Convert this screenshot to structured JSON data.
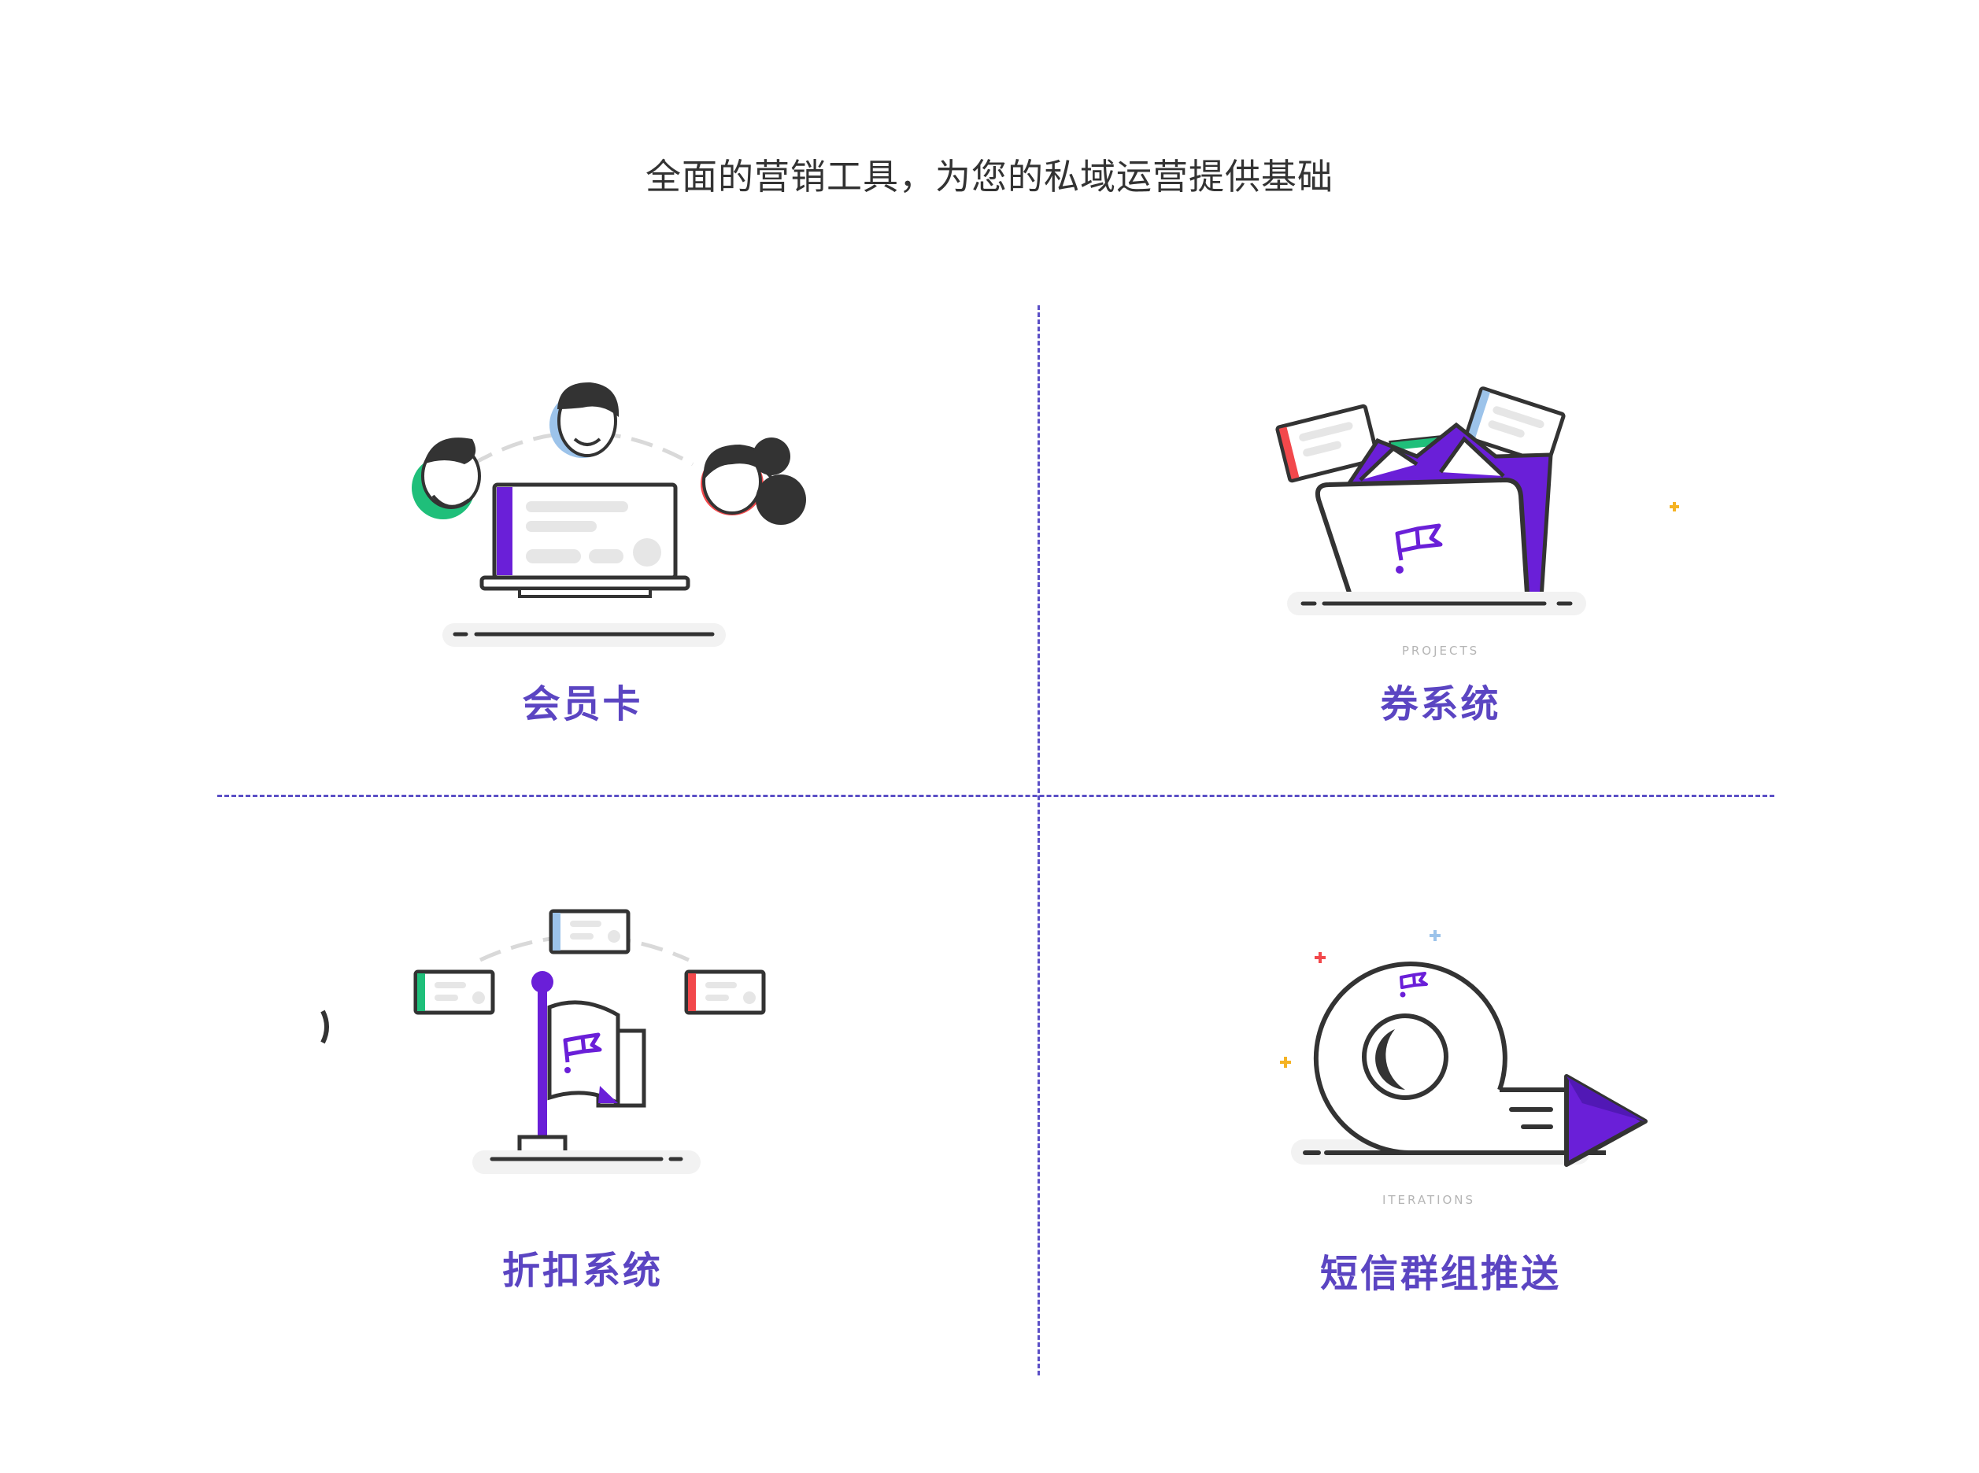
{
  "page": {
    "title": "全面的营销工具，为您的私域运营提供基础"
  },
  "colors": {
    "accent": "#5b45c2",
    "primary_purple": "#6a1fd8",
    "divider": "#5b4fc6",
    "outline": "#333333",
    "green": "#1fbf7a",
    "red": "#f2484b",
    "blue": "#9cc3ea",
    "yellow": "#f5b324"
  },
  "features": [
    {
      "label": "会员卡",
      "icon": "member-card-illustration",
      "caption": ""
    },
    {
      "label": "券系统",
      "icon": "coupon-folder-illustration",
      "caption": "PROJECTS"
    },
    {
      "label": "折扣系统",
      "icon": "discount-flag-illustration",
      "caption": ""
    },
    {
      "label": "短信群组推送",
      "icon": "sms-push-illustration",
      "caption": "ITERATIONS"
    }
  ]
}
